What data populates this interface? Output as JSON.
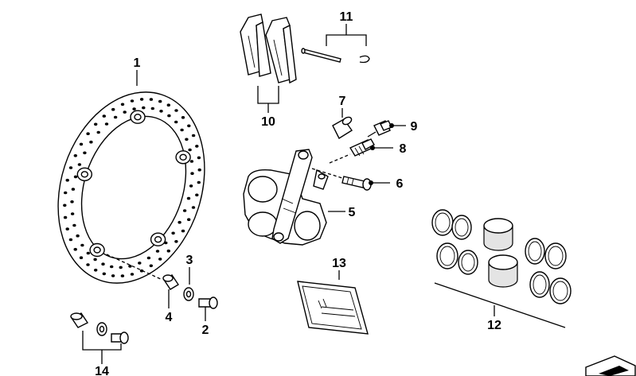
{
  "diagram": {
    "labels": [
      {
        "id": "1",
        "text": "1"
      },
      {
        "id": "2",
        "text": "2"
      },
      {
        "id": "3",
        "text": "3"
      },
      {
        "id": "4",
        "text": "4"
      },
      {
        "id": "5",
        "text": "5"
      },
      {
        "id": "6",
        "text": "6"
      },
      {
        "id": "7",
        "text": "7"
      },
      {
        "id": "8",
        "text": "8"
      },
      {
        "id": "9",
        "text": "9"
      },
      {
        "id": "10",
        "text": "10"
      },
      {
        "id": "11",
        "text": "11"
      },
      {
        "id": "12",
        "text": "12"
      },
      {
        "id": "13",
        "text": "13"
      },
      {
        "id": "14",
        "text": "14"
      }
    ]
  },
  "colors": {
    "line": "#000000",
    "background": "#ffffff",
    "shade": "#e4e4e4"
  }
}
